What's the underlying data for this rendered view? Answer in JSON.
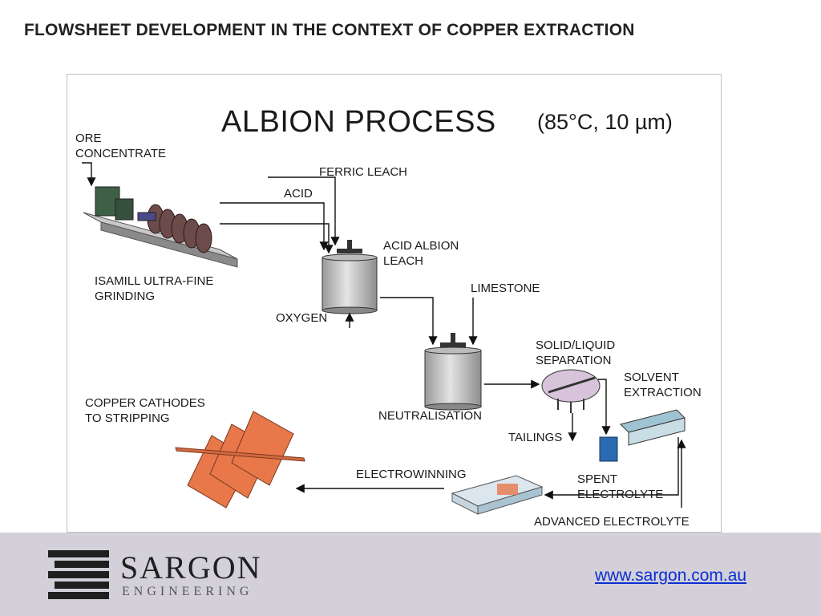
{
  "slide": {
    "title": "FLOWSHEET DEVELOPMENT IN THE CONTEXT OF COPPER EXTRACTION"
  },
  "diagram": {
    "title": "ALBION PROCESS",
    "conditions": "(85°C, 10 µm)",
    "labels": {
      "ore": "ORE\nCONCENTRATE",
      "ferric": "FERRIC LEACH",
      "acid": "ACID",
      "acid_albion": "ACID ALBION\nLEACH",
      "isamill": "ISAMILL ULTRA-FINE\nGRINDING",
      "oxygen": "OXYGEN",
      "limestone": "LIMESTONE",
      "solid_liquid": "SOLID/LIQUID\nSEPARATION",
      "solvent": "SOLVENT\nEXTRACTION",
      "cathodes": "COPPER CATHODES\nTO STRIPPING",
      "neutralisation": "NEUTRALISATION",
      "tailings": "TAILINGS",
      "electrowinning": "ELECTROWINNING",
      "spent": "SPENT\nELECTROLYTE",
      "advanced": "ADVANCED ELECTROLYTE"
    }
  },
  "footer": {
    "logo_name": "SARGON",
    "logo_sub": "ENGINEERING",
    "url": "www.sargon.com.au"
  },
  "colors": {
    "link": "#0b2fd1",
    "footer_bg": "#d3d0da",
    "cathode": "#e8774a"
  }
}
